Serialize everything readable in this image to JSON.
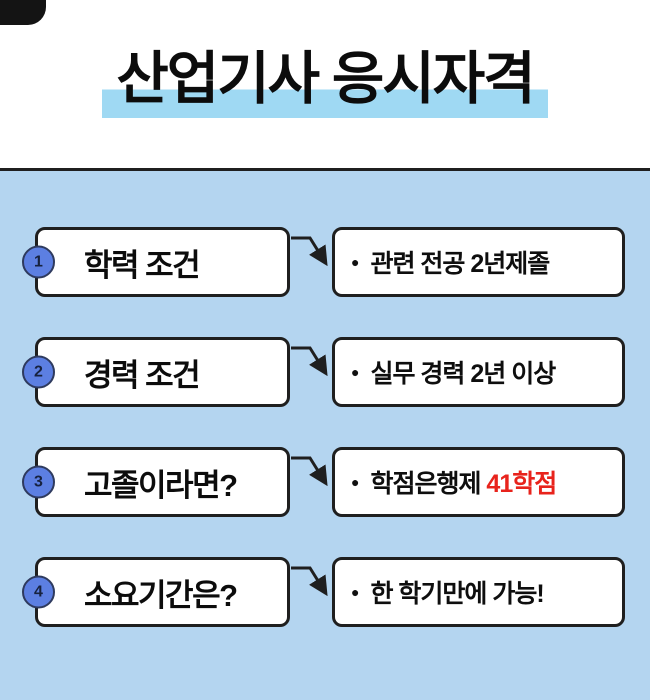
{
  "title": {
    "text": "산업기사 응시자격"
  },
  "colors": {
    "background": "#b4d5f0",
    "highlight": "#9fd9f3",
    "circle_fill": "#5c7fe2",
    "red": "#e8231c",
    "ink": "#1f1f1f"
  },
  "rows": [
    {
      "number": "1",
      "label": "학력 조건",
      "bullet": "●",
      "desc": "관련 전공 2년제졸",
      "desc_red": ""
    },
    {
      "number": "2",
      "label": "경력 조건",
      "bullet": "●",
      "desc": "실무 경력 2년 이상",
      "desc_red": ""
    },
    {
      "number": "3",
      "label": "고졸이라면?",
      "bullet": "●",
      "desc": "학점은행제 ",
      "desc_red": "41학점"
    },
    {
      "number": "4",
      "label": "소요기간은?",
      "bullet": "●",
      "desc": "한 학기만에 가능!",
      "desc_red": ""
    }
  ]
}
